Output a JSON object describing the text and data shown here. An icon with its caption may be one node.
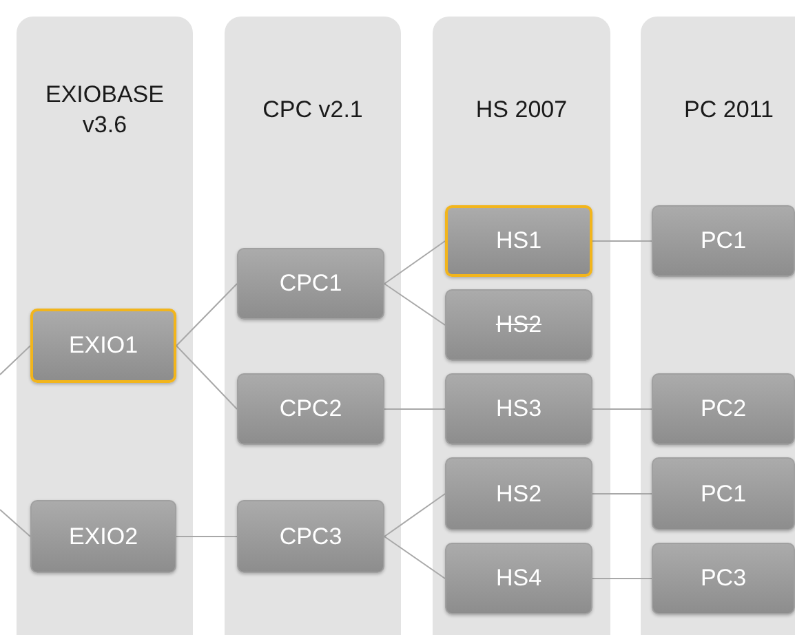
{
  "diagram": {
    "nodes": [
      {
        "text": [
          "EXIOBASE v3.6"
        ]
      },
      {
        "text": [
          "EXIO1"
        ],
        "in": 0
      },
      {
        "text": [
          "EXIO2"
        ],
        "in": 0
      },
      {
        "text": [
          "CPC v2.1"
        ]
      },
      {
        "text": [
          "CPC1"
        ],
        "in": 3
      },
      {
        "text": [
          "CPC2"
        ],
        "in": 3
      },
      {
        "text": [
          "CPC3"
        ],
        "in": 3
      },
      {
        "text": [
          "HS 2007"
        ]
      },
      {
        "text": [
          "HS1"
        ],
        "in": 7
      },
      {
        "text": [
          "HS2"
        ],
        "in": 7
      },
      {
        "text": [
          "HS3"
        ],
        "in": 7
      },
      {
        "text": [
          "HS2"
        ],
        "in": 7
      },
      {
        "text": [
          "HS4"
        ],
        "in": 7
      },
      {
        "text": [
          "PC 2011"
        ]
      },
      {
        "text": [
          "PC1"
        ],
        "in": 13
      },
      {
        "text": [
          "PC2"
        ],
        "in": 13
      },
      {
        "text": [
          "PC1"
        ],
        "in": 13
      },
      {
        "text": [
          "PC3"
        ],
        "in": 13
      }
    ],
    "edges": [
      {
        "from": null,
        "to": 1,
        "arrow": "none"
      },
      {
        "from": null,
        "to": 2,
        "arrow": "none"
      },
      {
        "from": 1,
        "to": 4,
        "arrow": "none"
      },
      {
        "from": 1,
        "to": 5,
        "arrow": "none"
      },
      {
        "from": 2,
        "to": 6,
        "arrow": "none"
      },
      {
        "from": 4,
        "to": 8,
        "arrow": "none"
      },
      {
        "from": 4,
        "to": 9,
        "arrow": "none"
      },
      {
        "from": 5,
        "to": 10,
        "arrow": "none"
      },
      {
        "from": 6,
        "to": 11,
        "arrow": "none"
      },
      {
        "from": 6,
        "to": 12,
        "arrow": "none"
      },
      {
        "from": 8,
        "to": 14,
        "arrow": "none"
      },
      {
        "from": 10,
        "to": 15,
        "arrow": "none"
      },
      {
        "from": 11,
        "to": 16,
        "arrow": "none"
      },
      {
        "from": 12,
        "to": 17,
        "arrow": "none"
      }
    ]
  }
}
